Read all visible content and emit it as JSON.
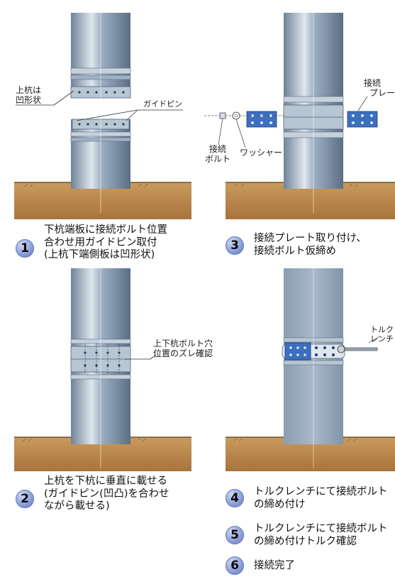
{
  "labels": {
    "upper_pile": [
      "上杭は",
      "凹形状"
    ],
    "guide_pin": "ガイドピン",
    "bolt": [
      "接続",
      "ボルト"
    ],
    "washer": "ワッシャー",
    "plate": [
      "接続",
      "プレー"
    ],
    "misalign": [
      "上下杭ボルト穴",
      "位置のズレ確認"
    ],
    "wrench": [
      "トルク",
      "レンチ"
    ]
  },
  "steps": [
    {
      "num": "1",
      "lines": [
        "下杭端板に接続ボルト位置",
        "合わせ用ガイドピン取付",
        "(上杭下端側板は凹形状)"
      ]
    },
    {
      "num": "2",
      "lines": [
        "上杭を下杭に垂直に載せる",
        "(ガイドピン(凹凸)を合わせ",
        "ながら載せる)"
      ]
    },
    {
      "num": "3",
      "lines": [
        "接続プレート取り付け、",
        "接続ボルト仮締め"
      ]
    },
    {
      "num": "4",
      "lines": [
        "トルクレンチにて接続ボルト",
        "の締め付け"
      ]
    },
    {
      "num": "5",
      "lines": [
        "トルクレンチにて接続ボルト",
        "の締め付けトルク確認"
      ]
    },
    {
      "num": "6",
      "lines": [
        "接続完了"
      ]
    }
  ],
  "colors": {
    "pile_light": "#d8e0ea",
    "pile_mid": "#8fa3b8",
    "pile_dark": "#5e7288",
    "ground": "#b8854d",
    "ground_line": "#6b4a22",
    "plate": "#3d6fbf",
    "circle": "#8c9fd8"
  }
}
